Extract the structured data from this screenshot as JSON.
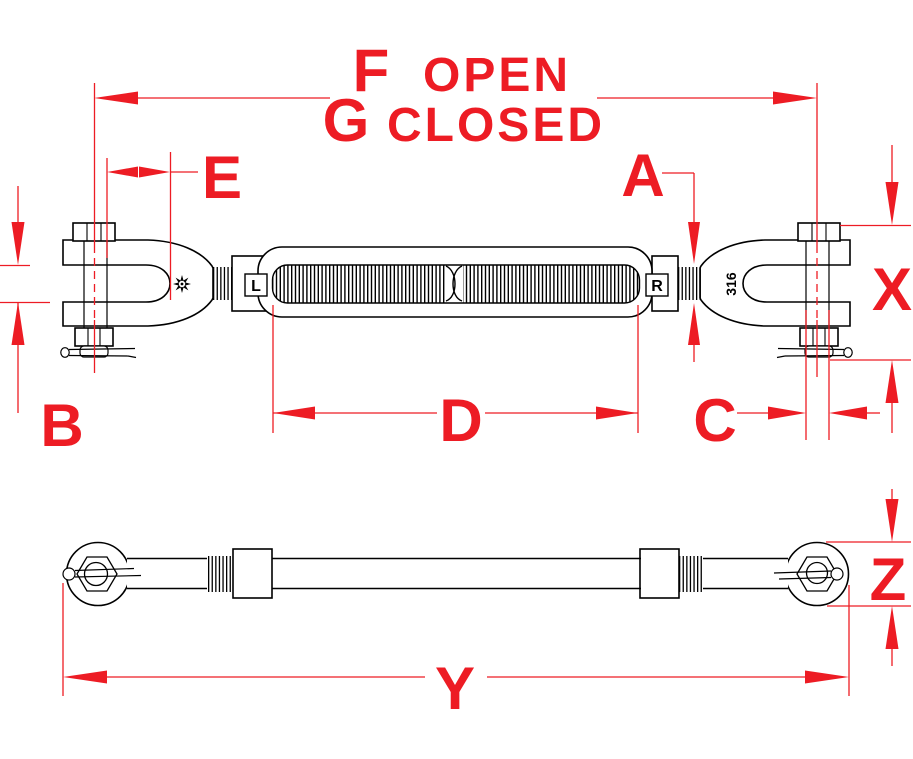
{
  "drawing": {
    "title": "turnbuckle-jaw-jaw-dimension-drawing",
    "dim_labels": {
      "f": "F",
      "f_suffix": "OPEN",
      "g": "G",
      "g_suffix": "CLOSED",
      "a": "A",
      "b": "B",
      "c": "C",
      "d": "D",
      "e": "E",
      "x": "X",
      "y": "Y",
      "z": "Z"
    },
    "part_markings": {
      "left_thread": "L",
      "right_thread": "R",
      "material": "316"
    },
    "colors": {
      "dimension_red": "#ED1C24",
      "outline_black": "#000000",
      "background": "#FFFFFF"
    }
  }
}
